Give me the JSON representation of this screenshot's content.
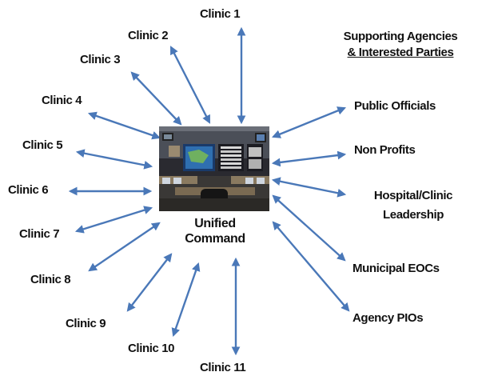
{
  "center": {
    "line1": "Unified",
    "line2": "Command",
    "image_name": "command-center-photo"
  },
  "clinics": [
    "Clinic 1",
    "Clinic 2",
    "Clinic 3",
    "Clinic 4",
    "Clinic 5",
    "Clinic 6",
    "Clinic 7",
    "Clinic 8",
    "Clinic 9",
    "Clinic 10",
    "Clinic 11"
  ],
  "supporting": {
    "title_line1": "Supporting Agencies",
    "title_line2": "& Interested Parties",
    "items": [
      "Public Officials",
      "Non Profits",
      "Hospital/Clinic",
      "Leadership",
      "Municipal EOCs",
      "Agency PIOs"
    ]
  },
  "colors": {
    "arrow": "#4a78b8",
    "text": "#111111"
  }
}
